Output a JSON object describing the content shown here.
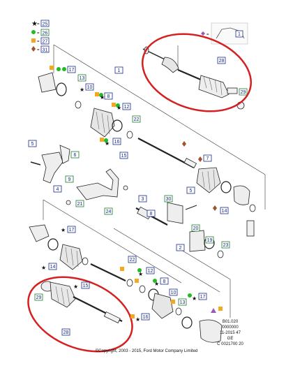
{
  "colors": {
    "outline": "#222222",
    "label_blue": "#1a2a8a",
    "label_green": "#1f7a2a",
    "marker_green": "#22bb22",
    "marker_orange": "#f5a623",
    "marker_brown": "#a0522d",
    "marker_purple": "#9b59b6",
    "circle_red": "#d42020",
    "part_fill": "#f2f2f2"
  },
  "legend": [
    {
      "symbol": "star",
      "label": "25"
    },
    {
      "symbol": "green-dot",
      "label": "26"
    },
    {
      "symbol": "orange-square",
      "label": "27"
    },
    {
      "symbol": "brown-diamond",
      "label": "31"
    }
  ],
  "inset": {
    "label": "1"
  },
  "callouts": [
    "28",
    "29",
    "1",
    "17",
    "13",
    "10",
    "8",
    "12",
    "22",
    "16",
    "15",
    "7",
    "5",
    "6",
    "9",
    "4",
    "21",
    "24",
    "3",
    "30",
    "8",
    "5",
    "20",
    "19",
    "23",
    "2",
    "14",
    "17",
    "14",
    "22",
    "12",
    "8",
    "10",
    "13",
    "17",
    "15",
    "16",
    "29",
    "28"
  ],
  "footer": {
    "ref": "B01.020",
    "code": "0000000",
    "date": "11-2015 47",
    "region": "GE",
    "doc": "C 0021700 20",
    "copyright": "©Copyright, 2003 - 2015, Ford Motor Company Limited"
  }
}
